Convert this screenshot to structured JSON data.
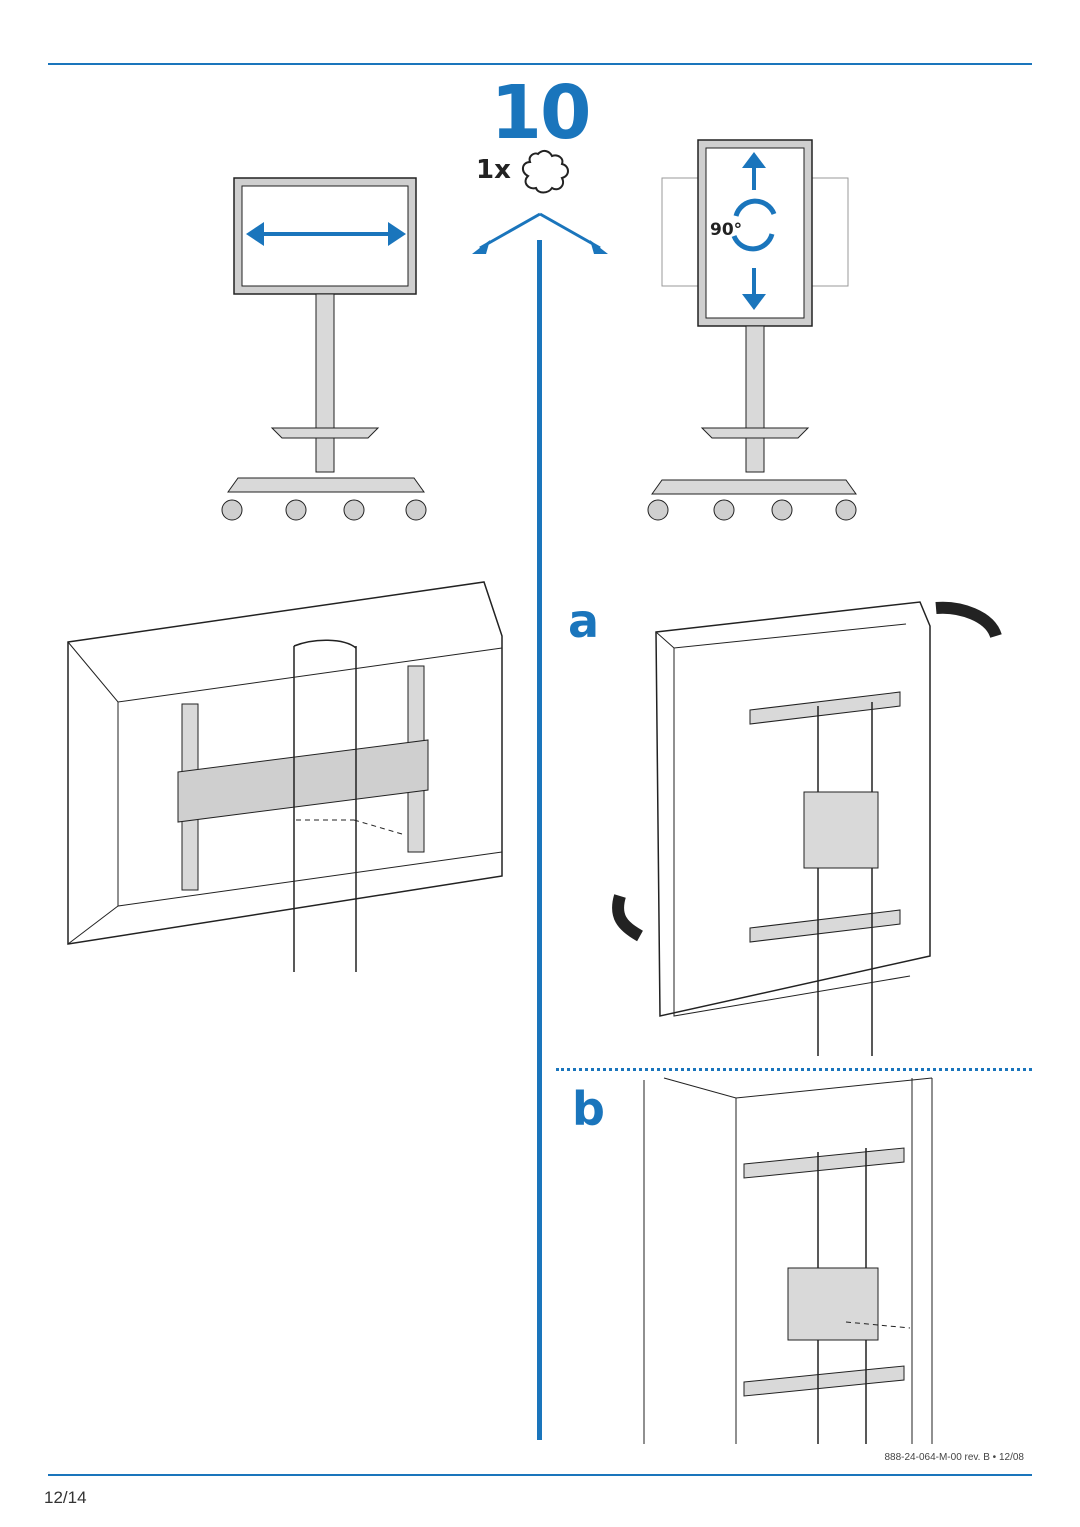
{
  "step": {
    "number": "10",
    "quantity": "1x",
    "angle": "90°"
  },
  "substeps": {
    "a": "a",
    "b": "b"
  },
  "footer": {
    "page": "12/14",
    "doc_code": "888-24-064-M-00 rev. B • 12/08"
  },
  "icons": [
    "knob-icon",
    "rotate-icon",
    "arrow-icon"
  ],
  "colors": {
    "accent": "#1a75bc",
    "screen_gray": "#d9d9d9",
    "line": "#222222"
  }
}
